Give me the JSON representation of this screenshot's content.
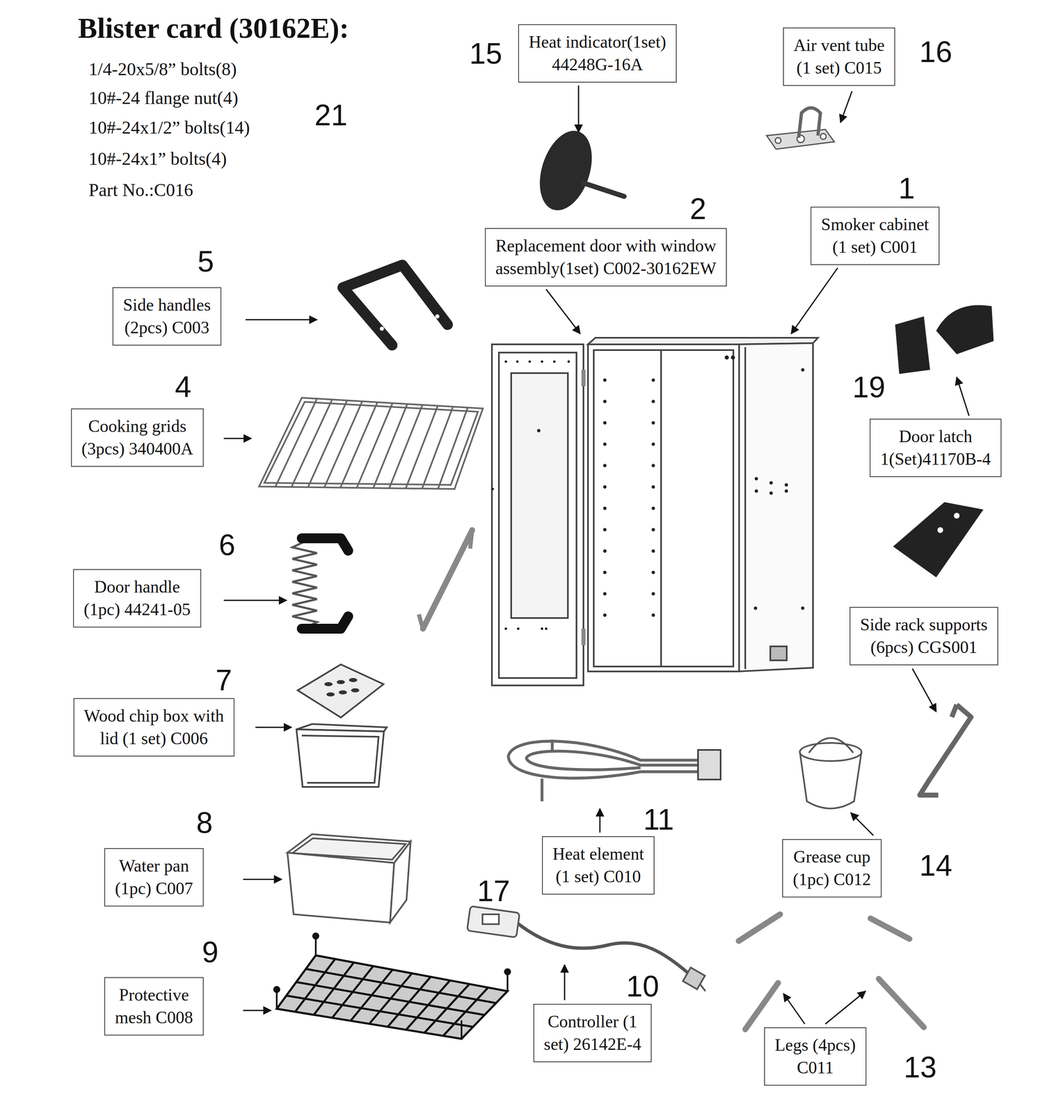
{
  "diagram": {
    "title": "Blister card (30162E):",
    "nodes": [
      {
        "text": [
          "Heat indicator(1set) 44248G-16A"
        ]
      },
      {
        "text": [
          "Air vent tube (1 set) C015"
        ]
      },
      {
        "text": [
          "Replacement door with window assembly(1set) C002-30162EW"
        ]
      },
      {
        "text": [
          "Smoker cabinet (1 set) C001"
        ]
      },
      {
        "text": [
          "Side handles (2pcs) C003"
        ]
      },
      {
        "text": [
          "Cooking grids (3pcs) 340400A"
        ]
      },
      {
        "text": [
          "Door handle (1pc) 44241-05"
        ]
      },
      {
        "text": [
          "Door latch 1(Set)41170B-4"
        ]
      },
      {
        "text": [
          "Wood chip box with lid (1 set) C006"
        ]
      },
      {
        "text": [
          "Side rack supports (6pcs) CGS001"
        ]
      },
      {
        "text": [
          "Water pan (1pc) C007"
        ]
      },
      {
        "text": [
          "Heat element (1 set) C010"
        ]
      },
      {
        "text": [
          "Grease cup (1pc) C012"
        ]
      },
      {
        "text": [
          "Protective mesh C008"
        ]
      },
      {
        "text": [
          "Controller (1 set) 26142E-4"
        ]
      },
      {
        "text": [
          "Legs (4pcs) C011"
        ]
      }
    ],
    "labels": [
      "1/4-20x5/8” bolts(8)",
      "10#-24 flange nut(4)",
      "10#-24x1/2” bolts(14)",
      "10#-24x1” bolts(4)",
      "Part No.:C016",
      "21",
      "15",
      "16",
      "2",
      "1",
      "5",
      "4",
      "19",
      "6",
      "7",
      "8",
      "11",
      "14",
      "17",
      "9",
      "10",
      "13"
    ]
  }
}
